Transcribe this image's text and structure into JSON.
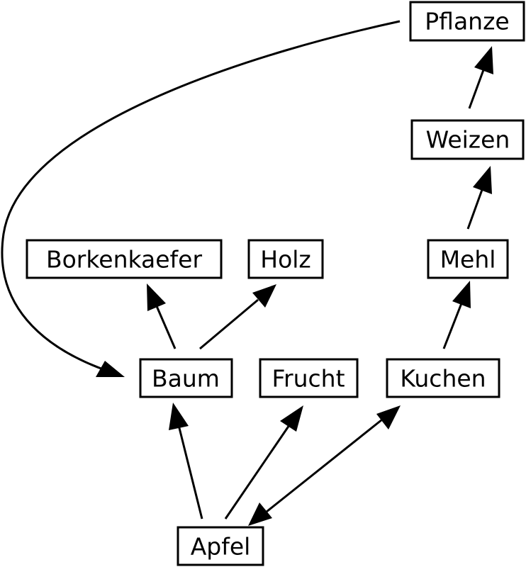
{
  "nodes": {
    "pflanze": "Pflanze",
    "weizen": "Weizen",
    "borkenkaefer": "Borkenkaefer",
    "holz": "Holz",
    "mehl": "Mehl",
    "baum": "Baum",
    "frucht": "Frucht",
    "kuchen": "Kuchen",
    "apfel": "Apfel"
  },
  "edges": [
    {
      "from": "Pflanze",
      "to": "Baum"
    },
    {
      "from": "Weizen",
      "to": "Pflanze"
    },
    {
      "from": "Mehl",
      "to": "Weizen"
    },
    {
      "from": "Baum",
      "to": "Borkenkaefer"
    },
    {
      "from": "Baum",
      "to": "Holz"
    },
    {
      "from": "Kuchen",
      "to": "Mehl"
    },
    {
      "from": "Apfel",
      "to": "Baum"
    },
    {
      "from": "Apfel",
      "to": "Frucht"
    },
    {
      "from": "Apfel",
      "to": "Kuchen",
      "bidirectional": true
    }
  ],
  "colors": {
    "stroke": "#000000",
    "background": "#ffffff"
  }
}
